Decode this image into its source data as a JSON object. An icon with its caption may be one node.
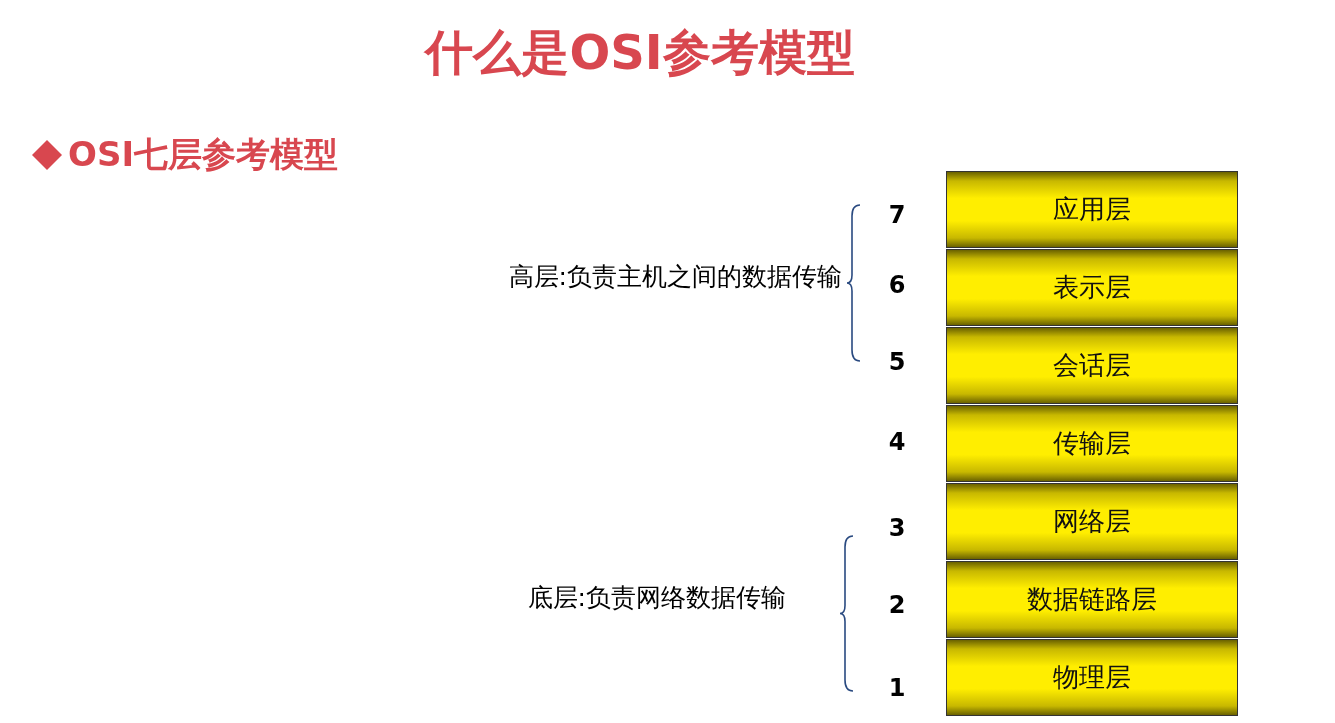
{
  "diagram": {
    "title": "什么是OSI参考模型",
    "nodes": [
      {
        "text": [
          "应用层"
        ],
        "beside": [
          "7"
        ]
      },
      {
        "text": [
          "表示层"
        ],
        "beside": [
          "6"
        ]
      },
      {
        "text": [
          "会话层"
        ],
        "beside": [
          "5"
        ]
      },
      {
        "text": [
          "传输层"
        ],
        "beside": [
          "4"
        ]
      },
      {
        "text": [
          "网络层"
        ],
        "beside": [
          "3"
        ]
      },
      {
        "text": [
          "数据链路层"
        ],
        "beside": [
          "2"
        ]
      },
      {
        "text": [
          "物理层"
        ],
        "beside": [
          "1"
        ]
      }
    ],
    "labels": [
      "OSI七层参考模型",
      "高层:负责主机之间的数据传输",
      "底层:负责网络数据传输"
    ]
  }
}
